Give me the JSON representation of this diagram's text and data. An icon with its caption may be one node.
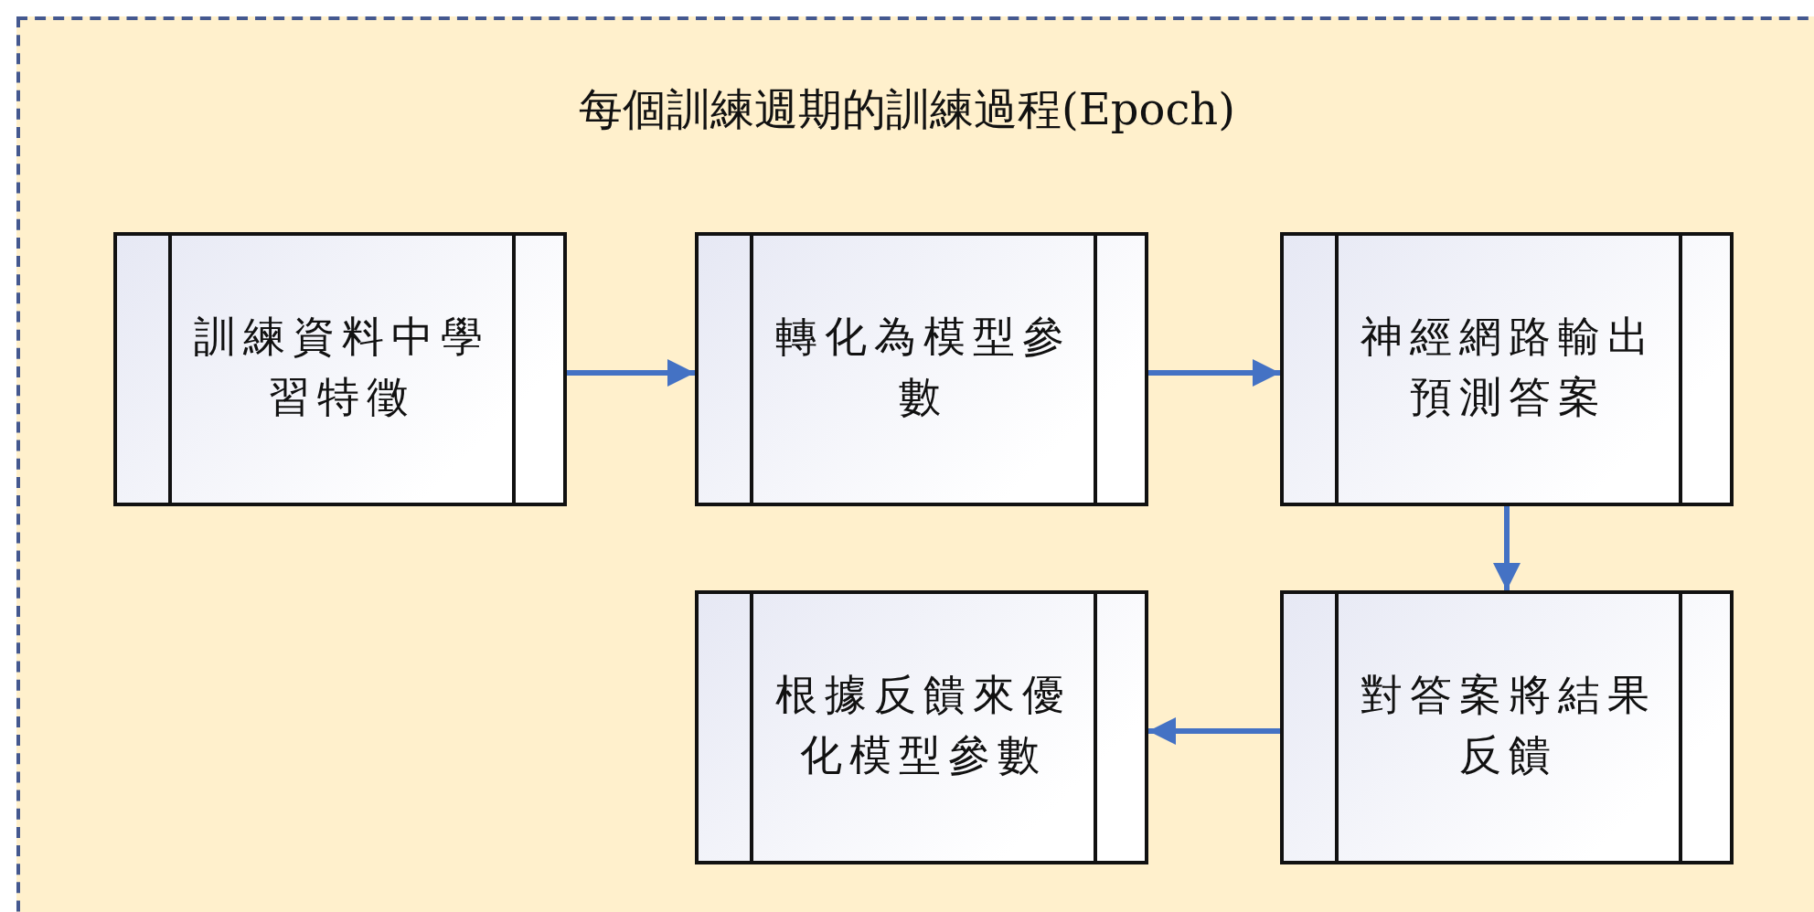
{
  "diagram": {
    "title": "每個訓練週期的訓練過程(Epoch)",
    "nodes": [
      {
        "text": [
          "訓練資料中學習特徵"
        ]
      },
      {
        "text": [
          "轉化為模型參數"
        ]
      },
      {
        "text": [
          "神經網路輸出預測答案"
        ]
      },
      {
        "text": [
          "對答案將結果反饋"
        ]
      },
      {
        "text": [
          "根據反饋來優化模型參數"
        ]
      }
    ],
    "edges": [
      {
        "from": 0,
        "to": 1,
        "arrow": "to"
      },
      {
        "from": 1,
        "to": 2,
        "arrow": "to"
      },
      {
        "from": 2,
        "to": 3,
        "arrow": "to"
      },
      {
        "from": 3,
        "to": 4,
        "arrow": "to"
      }
    ]
  }
}
